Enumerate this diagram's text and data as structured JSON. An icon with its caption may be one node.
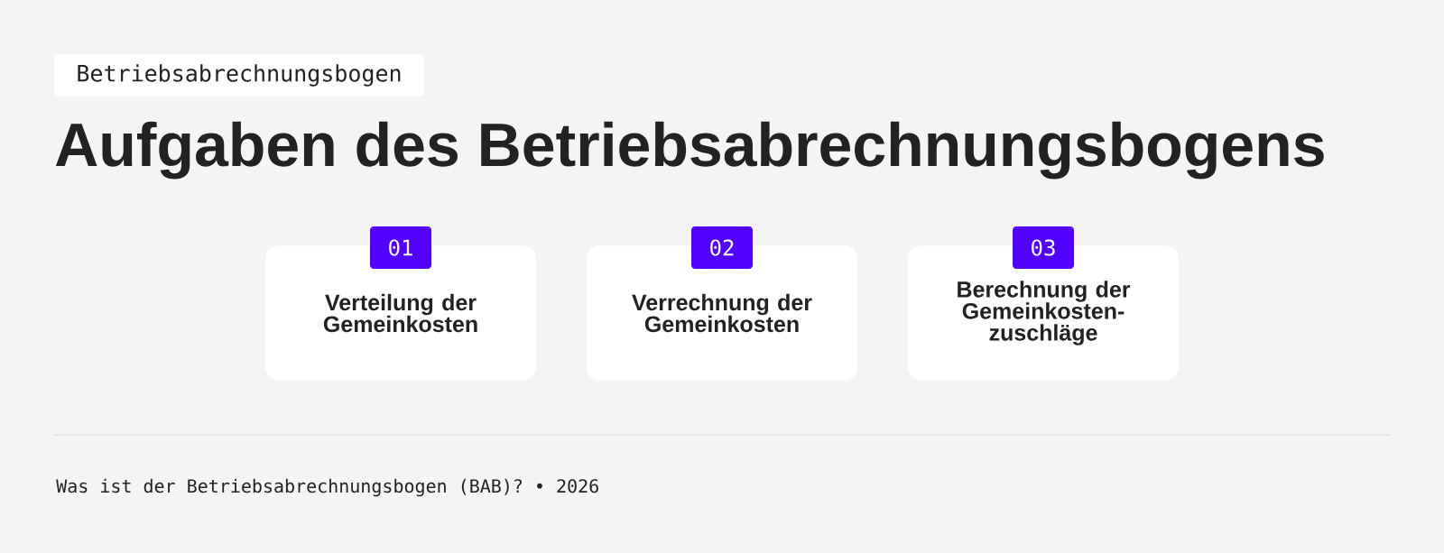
{
  "diagram": {
    "title": "Aufgaben des Betriebsabrechnungsbogens",
    "caption": "Was ist der Betriebsabrechnungsbogen (BAB)? • 2026",
    "nodes": [
      {
        "text": [
          "Betriebsabrechnungsbogen"
        ]
      },
      {
        "text": [
          "01"
        ]
      },
      {
        "text": [
          "Verteilung der Gemeinkosten"
        ]
      },
      {
        "text": [
          "02"
        ]
      },
      {
        "text": [
          "Verrechnung der Gemeinkosten"
        ]
      },
      {
        "text": [
          "03"
        ]
      },
      {
        "text": [
          "Berechnung der Gemeinkosten- zuschläge"
        ]
      }
    ]
  }
}
